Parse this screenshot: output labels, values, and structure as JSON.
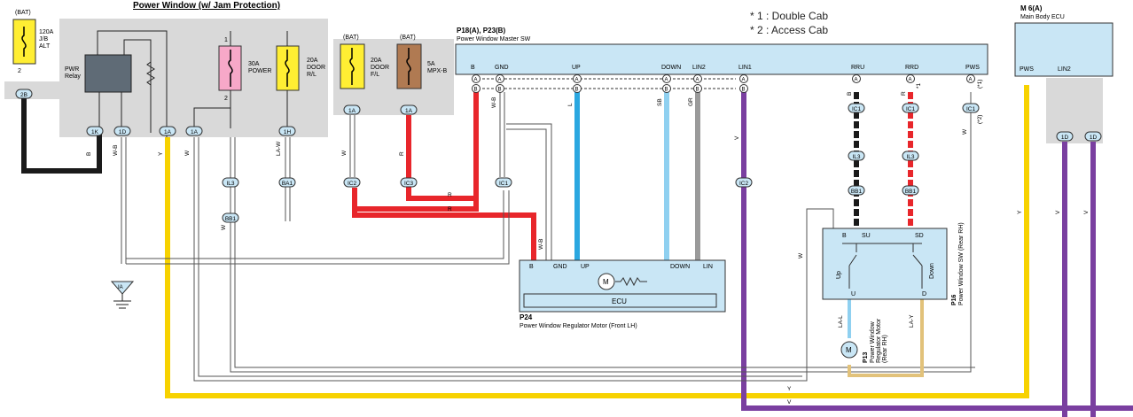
{
  "title": "Power Window (w/ Jam Protection)",
  "legend": [
    "* 1 : Double Cab",
    "* 2 : Access Cab"
  ],
  "colors": {
    "black": "#1a1a1a",
    "red": "#e8262b",
    "yellow": "#f7d200",
    "purple": "#7a3fa0",
    "blue": "#2aa7e0",
    "light_blue": "#8fd0f0",
    "gray": "#9a9a9a",
    "tan": "#e2c27a",
    "panel_gray": "#d9d9d9",
    "component_blue": "#c9e6f5",
    "fuse_yellow": "#ffee33",
    "fuse_pink": "#f7a8c8",
    "fuse_brown": "#b07a52"
  },
  "fuses": {
    "alt": {
      "bat": "(BAT)",
      "lines": [
        "120A",
        "J/B",
        "ALT"
      ],
      "pin": "2"
    },
    "power": {
      "lines": [
        "30A",
        "POWER"
      ],
      "pin_top": "1",
      "pin_bottom": "2"
    },
    "door_rl": {
      "lines": [
        "20A",
        "DOOR",
        "R/L"
      ]
    },
    "door_fl": {
      "bat": "(BAT)",
      "lines": [
        "20A",
        "DOOR",
        "F/L"
      ]
    },
    "mpx": {
      "bat": "(BAT)",
      "lines": [
        "5A",
        "MPX-B"
      ]
    }
  },
  "relay": {
    "lines": [
      "PWR",
      "Relay"
    ]
  },
  "master_sw": {
    "id": "P18(A), P23(B)",
    "name": "Power Window Master SW",
    "terminals": [
      "B",
      "GND",
      "UP",
      "DOWN",
      "LIN2",
      "LIN1",
      "RRU",
      "RRD",
      "PWS"
    ]
  },
  "ecu": {
    "id": "M 6(A)",
    "name": "Main Body ECU",
    "terminals": [
      "PWS",
      "LIN2"
    ]
  },
  "motor_front": {
    "id": "P24",
    "name": "Power Window Regulator Motor (Front LH)",
    "terminals": [
      "B",
      "GND",
      "UP",
      "DOWN",
      "LIN"
    ],
    "ecu_label": "ECU",
    "motor_label": "M"
  },
  "rear_sw": {
    "id": "P16",
    "name": "Power Window SW (Rear RH)",
    "terminals": [
      "B",
      "SU",
      "SD",
      "U",
      "D"
    ],
    "switch_labels": [
      "Up",
      "Down"
    ]
  },
  "motor_rear": {
    "id": "P13",
    "lines": [
      "Power Window",
      "Regulator Motor",
      "(Rear RH)"
    ],
    "motor_label": "M"
  },
  "ground": {
    "label": "IA"
  },
  "connectors": [
    "2B",
    "1K",
    "1D",
    "1A",
    "1A",
    "1H",
    "1A",
    "1A",
    "IL3",
    "BA1",
    "BB1",
    "IC2",
    "IC3",
    "IC1",
    "IC2",
    "IC1",
    "IC1",
    "IC1",
    "IL3",
    "IL3",
    "BB1",
    "BB1",
    "1D",
    "1D",
    "A",
    "B"
  ],
  "wire_codes": [
    "B",
    "W-B",
    "Y",
    "W",
    "W",
    "LA-W",
    "W",
    "R",
    "W-B",
    "L",
    "SB",
    "GR",
    "V",
    "B",
    "R",
    "W",
    "W",
    "LA-L",
    "LA-Y",
    "Y",
    "V",
    "V",
    "R",
    "R",
    "W-B",
    "Y",
    "V"
  ],
  "notes": [
    "(*1)",
    "(*2)",
    "*1"
  ]
}
